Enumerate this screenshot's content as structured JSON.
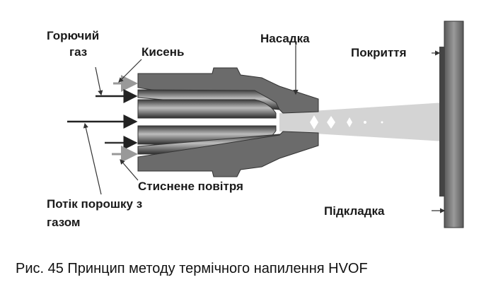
{
  "labels": {
    "fuel_gas_line1": "Горючий",
    "fuel_gas_line2": "газ",
    "oxygen": "Кисень",
    "nozzle": "Насадка",
    "coating": "Покриття",
    "compressed_air": "Стиснене повітря",
    "powder_flow_line1": "Потік порошку з",
    "powder_flow_line2": "газом",
    "substrate": "Підкладка"
  },
  "caption": "Рис. 45 Принцип методу термічного напилення HVOF"
}
